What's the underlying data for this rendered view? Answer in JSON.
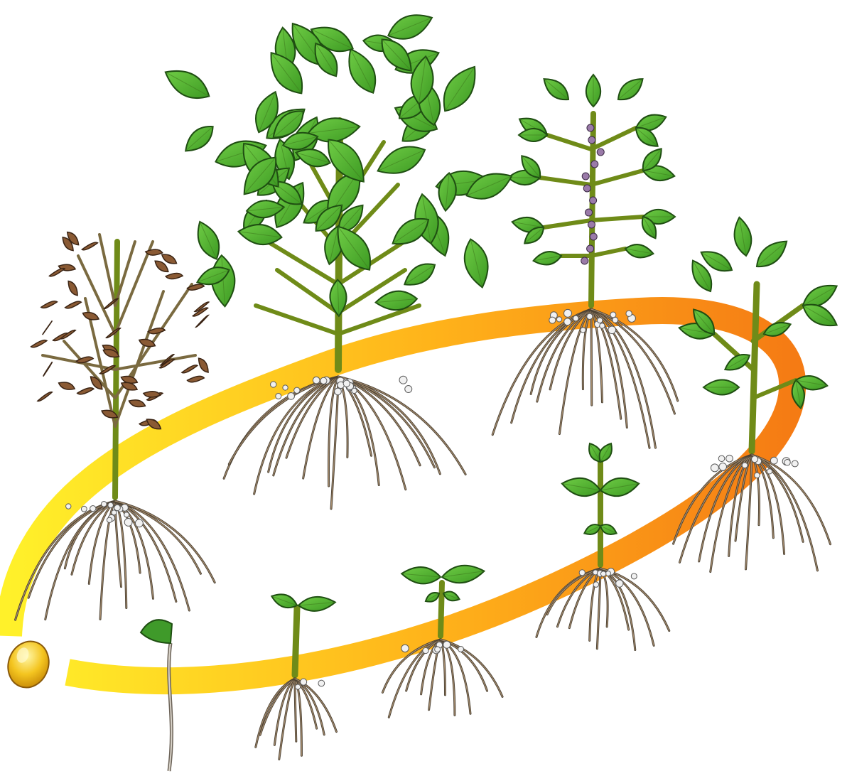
{
  "diagram": {
    "type": "plant-life-cycle-illustration",
    "colors": {
      "cycle_arrow_start": "#fff12a",
      "cycle_arrow_mid": "#ffb21a",
      "cycle_arrow_end": "#f57b14",
      "leaf": "#4cae2c",
      "leaf_dark": "#2f7a19",
      "stem": "#b9cf3c",
      "root": "#6b5b45",
      "nodule": "#f1f1f1",
      "pod_mature": "#8a5a34",
      "seed": "#f2c21a",
      "flower": "#9a7aa8"
    },
    "stages": [
      {
        "name": "seed",
        "icon": "seed"
      },
      {
        "name": "germination",
        "icon": "sprout"
      },
      {
        "name": "seedling",
        "icon": "cotyledon-seedling"
      },
      {
        "name": "early-vegetative",
        "icon": "young-plant"
      },
      {
        "name": "vegetative",
        "icon": "small-plant"
      },
      {
        "name": "full-vegetative",
        "icon": "leafy-plant"
      },
      {
        "name": "flowering",
        "icon": "flowering-plant"
      },
      {
        "name": "full-canopy",
        "icon": "large-plant"
      },
      {
        "name": "maturity",
        "icon": "mature-pod-plant"
      }
    ]
  }
}
